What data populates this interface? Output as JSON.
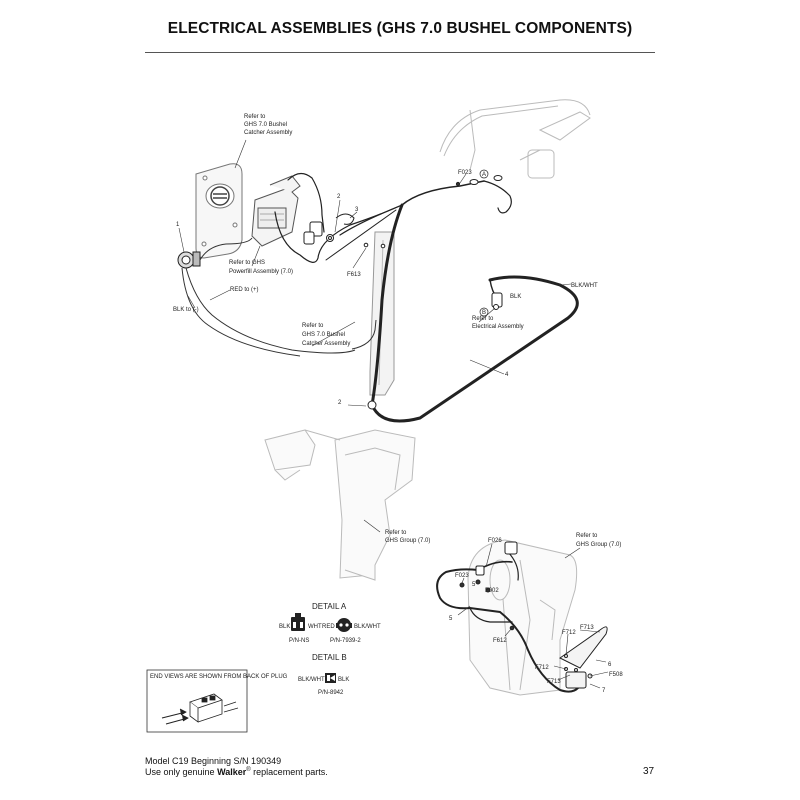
{
  "page": {
    "title": "ELECTRICAL ASSEMBLIES (GHS 7.0 BUSHEL COMPONENTS)",
    "footer_model": "Model C19 Beginning S/N 190349",
    "footer_pre": "Use only genuine ",
    "footer_brand": "Walker",
    "footer_reg": "®",
    "footer_post": " replacement parts.",
    "page_number": "37"
  },
  "callouts": {
    "ref_catcher_top": [
      "Refer to",
      "GHS 7.0 Bushel",
      "Catcher Assembly"
    ],
    "ref_powerfill": [
      "Refer to GHS",
      "Powerfill Assembly (7.0)"
    ],
    "ref_catcher_mid": [
      "Refer to",
      "GHS 7.0 Bushel",
      "Catcher Assembly"
    ],
    "ref_electrical": [
      "Refer to",
      "Electrical Assembly"
    ],
    "ref_group_left": [
      "Refer to",
      "GHS Group (7.0)"
    ],
    "ref_group_right": [
      "Refer to",
      "GHS Group (7.0)"
    ],
    "red_to": "RED to (+)",
    "blk_to": "BLK to (-)",
    "blk": "BLK",
    "blk_wht": "BLK/WHT",
    "circle_a": "A",
    "circle_b": "B"
  },
  "parts": {
    "p1": "1",
    "p2a": "2",
    "p3": "3",
    "p2b": "2",
    "p4": "4",
    "p5a": "5",
    "p5b": "5",
    "p6": "6",
    "p7": "7",
    "f023a": "F023",
    "f613": "F613",
    "f026": "F026",
    "f023b": "F023",
    "f002": "F002",
    "f612": "F612",
    "f712a": "F712",
    "f713a": "F713",
    "f712b": "F712",
    "f713b": "F713",
    "f508": "F508"
  },
  "details": {
    "a_title": "DETAIL A",
    "a_blk": "BLK",
    "a_wht": "WHT",
    "a_red": "RED",
    "a_blkwht": "BLK/WHT",
    "a_pn1": "P/N-NS",
    "a_pn2": "P/N-7939-2",
    "b_title": "DETAIL B",
    "b_blkwht": "BLK/WHT",
    "b_blk": "BLK",
    "b_pn": "P/N-8942",
    "end_views": "END VIEWS ARE SHOWN FROM BACK OF PLUG"
  }
}
